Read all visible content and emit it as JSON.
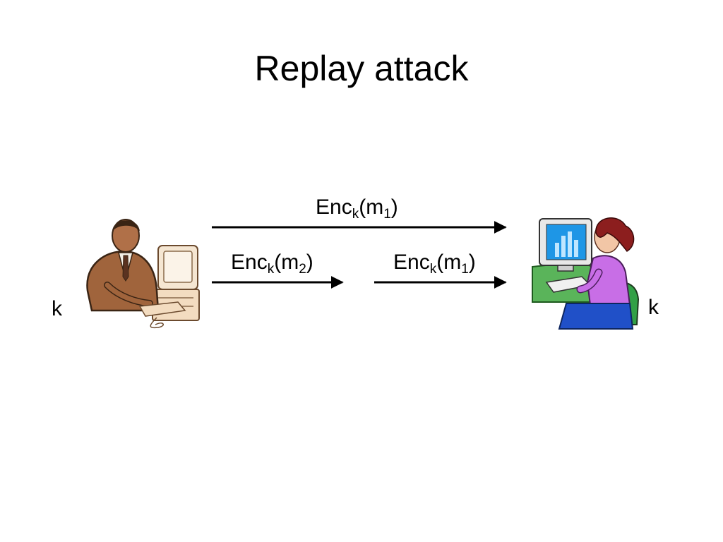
{
  "slide": {
    "title": "Replay attack"
  },
  "messages": [
    {
      "name": "Enc",
      "key": "k",
      "arg_open": "(m",
      "index": "1",
      "arg_close": ")"
    },
    {
      "name": "Enc",
      "key": "k",
      "arg_open": "(m",
      "index": "2",
      "arg_close": ")"
    },
    {
      "name": "Enc",
      "key": "k",
      "arg_open": "(m",
      "index": "1",
      "arg_close": ")"
    }
  ],
  "sender": {
    "key_label": "k"
  },
  "receiver": {
    "key_label": "k"
  },
  "colors": {
    "sender_suit": "#a0643c",
    "receiver_shirt": "#c86ee6",
    "receiver_hair": "#8c1e1e",
    "monitor_screen": "#1e96e6",
    "desk": "#5ab45a",
    "chair": "#32a046"
  },
  "icons": [
    "man-at-computer-icon",
    "woman-at-computer-icon"
  ]
}
